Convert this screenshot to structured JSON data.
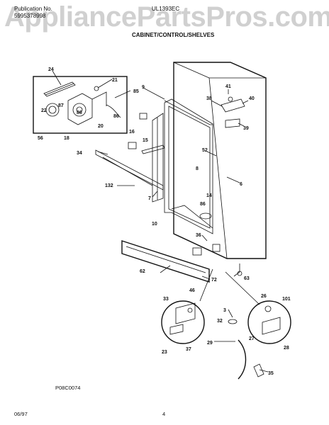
{
  "header": {
    "publication_label": "Publication No.",
    "publication_number": "5995378998",
    "model": "UL1393EC",
    "title": "CABINET/CONTROL/SHELVES",
    "watermark": "AppliancePartsPros.com"
  },
  "diagram": {
    "drawing_id": "P08C0074",
    "part_labels": {
      "p24": "24",
      "p21": "21",
      "p85": "85",
      "p87": "87",
      "p22": "22",
      "p20": "20",
      "p86a": "86",
      "p86b": "86",
      "p56": "56",
      "p18": "18",
      "p9": "9",
      "p16": "16",
      "p15": "15",
      "p34": "34",
      "p132": "132",
      "p7": "7",
      "p52": "52",
      "p8": "8",
      "p6": "6",
      "p14": "14",
      "p86c": "86",
      "p10": "10",
      "p36": "36",
      "p41": "41",
      "p38": "38",
      "p40": "40",
      "p39": "39",
      "p62": "62",
      "p72": "72",
      "p63": "63",
      "p46": "46",
      "p33": "33",
      "p23": "23",
      "p37": "37",
      "p3": "3",
      "p32": "32",
      "p29": "29",
      "p35": "35",
      "p26": "26",
      "p101": "101",
      "p27": "27",
      "p28": "28"
    }
  },
  "footer": {
    "date": "06/97",
    "page": "4"
  }
}
